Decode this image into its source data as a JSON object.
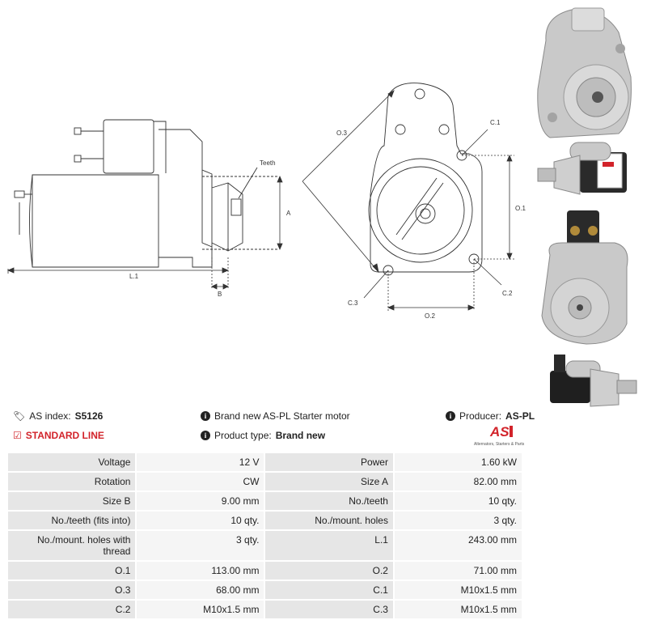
{
  "drawing": {
    "labels": {
      "teeth": "Teeth",
      "a": "A",
      "b": "B",
      "l1": "L.1",
      "o3": "O.3",
      "c1": "C.1",
      "o1": "O.1",
      "c2": "C.2",
      "c3": "C.3",
      "o2": "O.2"
    }
  },
  "photos": [
    "starter-front-view",
    "starter-side-view",
    "starter-rear-view",
    "starter-side-view-2"
  ],
  "info": {
    "as_index_label": "AS index:",
    "as_index_value": "S5126",
    "description": "Brand new AS-PL Starter motor",
    "producer_label": "Producer:",
    "producer_value": "AS-PL",
    "line": "STANDARD LINE",
    "product_type_label": "Product type:",
    "product_type_value": "Brand new",
    "logo_text": "AS",
    "logo_subtext": "Alternators, Starters & Parts"
  },
  "specs": [
    {
      "l1": "Voltage",
      "v1": "12 V",
      "l2": "Power",
      "v2": "1.60 kW"
    },
    {
      "l1": "Rotation",
      "v1": "CW",
      "l2": "Size A",
      "v2": "82.00 mm"
    },
    {
      "l1": "Size B",
      "v1": "9.00 mm",
      "l2": "No./teeth",
      "v2": "10 qty."
    },
    {
      "l1": "No./teeth (fits into)",
      "v1": "10 qty.",
      "l2": "No./mount. holes",
      "v2": "3 qty."
    },
    {
      "l1": "No./mount. holes with thread",
      "v1": "3 qty.",
      "l2": "L.1",
      "v2": "243.00 mm"
    },
    {
      "l1": "O.1",
      "v1": "113.00 mm",
      "l2": "O.2",
      "v2": "71.00 mm"
    },
    {
      "l1": "O.3",
      "v1": "68.00 mm",
      "l2": "C.1",
      "v2": "M10x1.5 mm"
    },
    {
      "l1": "C.2",
      "v1": "M10x1.5 mm",
      "l2": "C.3",
      "v2": "M10x1.5 mm"
    }
  ]
}
